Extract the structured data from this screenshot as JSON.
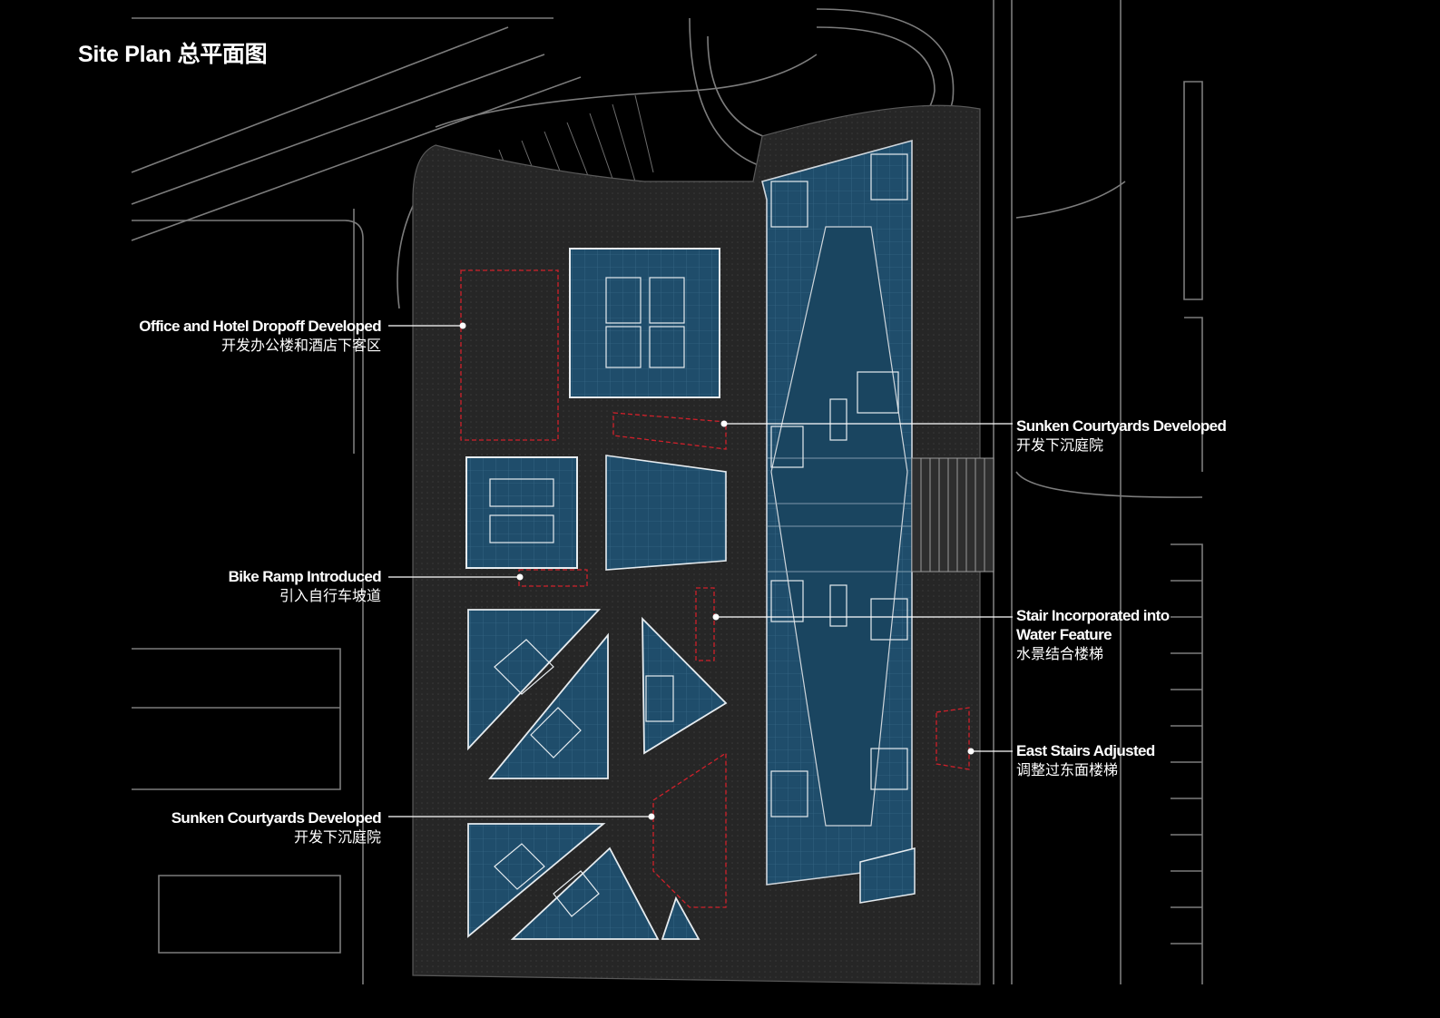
{
  "title": "Site Plan 总平面图",
  "colors": {
    "background": "#000000",
    "building_fill": "#1f4d6b",
    "line_white": "#cfd6dc",
    "site_grey": "#2a2a2a",
    "accent_red": "#d0202a"
  },
  "annotations": [
    {
      "en": "Office and Hotel  Dropoff Developed",
      "zh": "开发办公楼和酒店下客区"
    },
    {
      "en": "Sunken Courtyards Developed",
      "zh": "开发下沉庭院"
    },
    {
      "en": "Bike Ramp Introduced",
      "zh": "引入自行车坡道"
    },
    {
      "en": "Stair Incorporated into",
      "en2": "Water Feature",
      "zh": "水景结合楼梯"
    },
    {
      "en": "East Stairs Adjusted",
      "zh": "调整过东面楼梯"
    },
    {
      "en": "Sunken Courtyards Developed",
      "zh": "开发下沉庭院"
    }
  ]
}
